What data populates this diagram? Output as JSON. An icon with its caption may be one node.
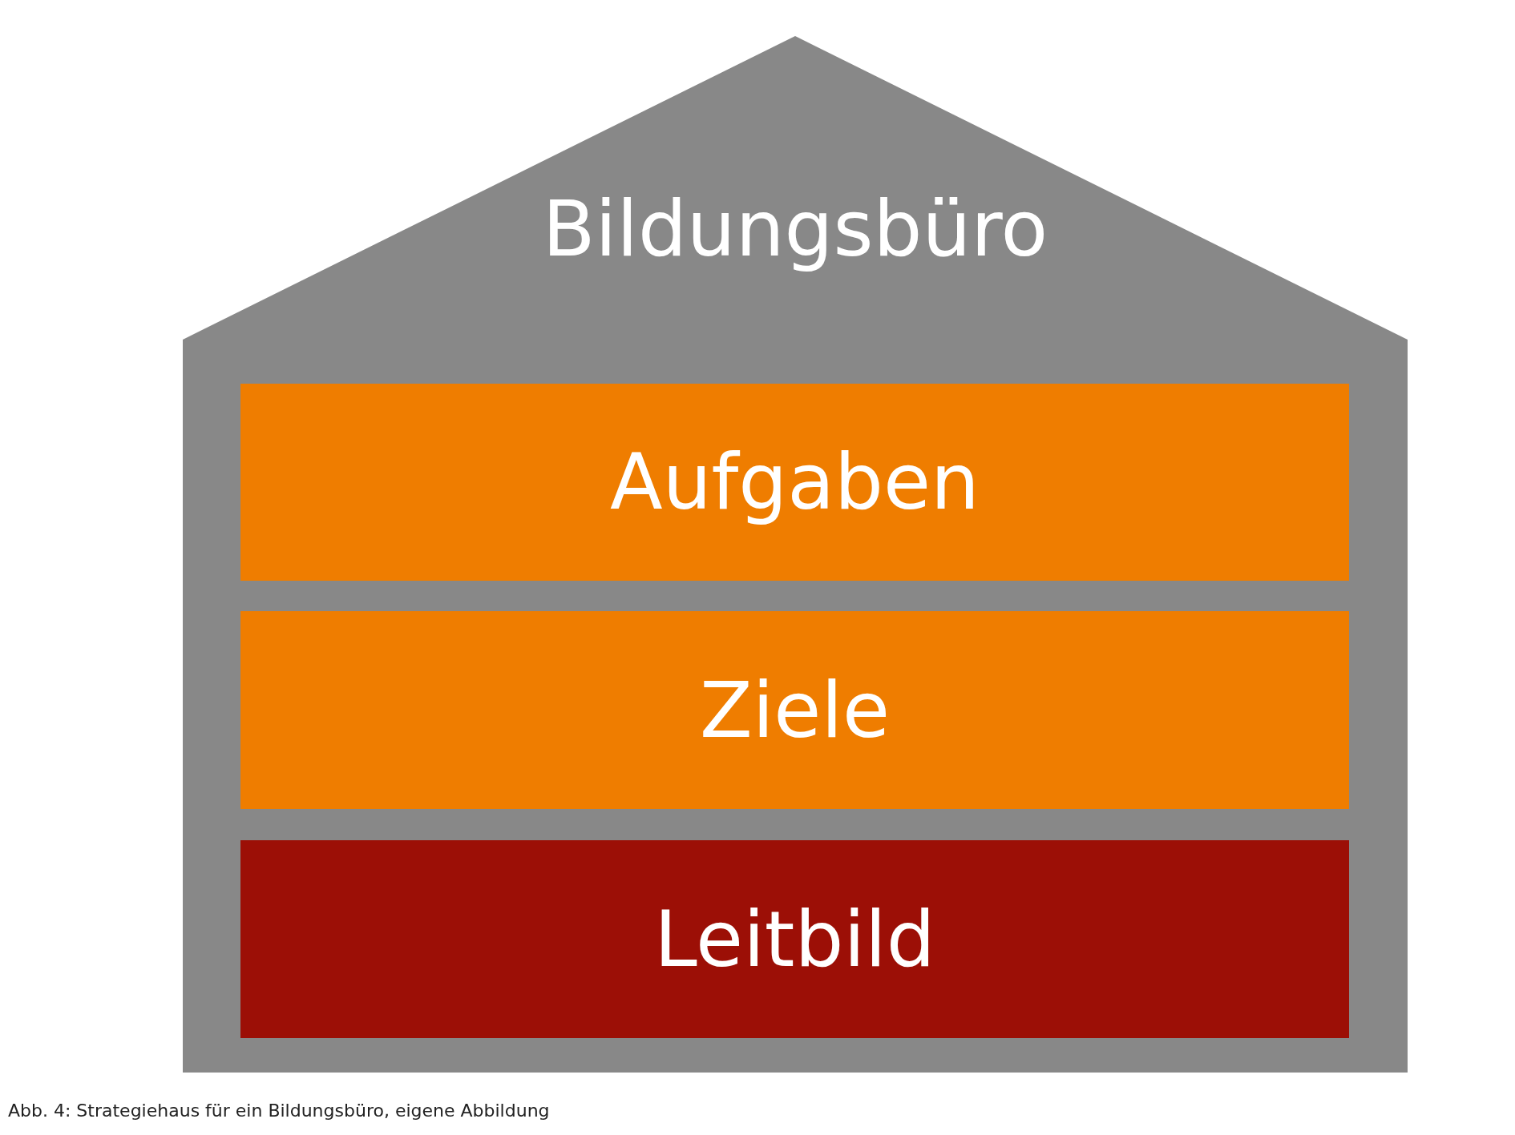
{
  "diagram": {
    "caption": "Abb. 4: Strategiehaus für ein Bildungsbüro, eigene Abbildung",
    "nodes": [
      {
        "text": [
          "Bildungsbüro"
        ]
      },
      {
        "text": [
          "Aufgaben"
        ],
        "in": 0
      },
      {
        "text": [
          "Ziele"
        ],
        "in": 0
      },
      {
        "text": [
          "Leitbild"
        ],
        "in": 0
      }
    ]
  }
}
